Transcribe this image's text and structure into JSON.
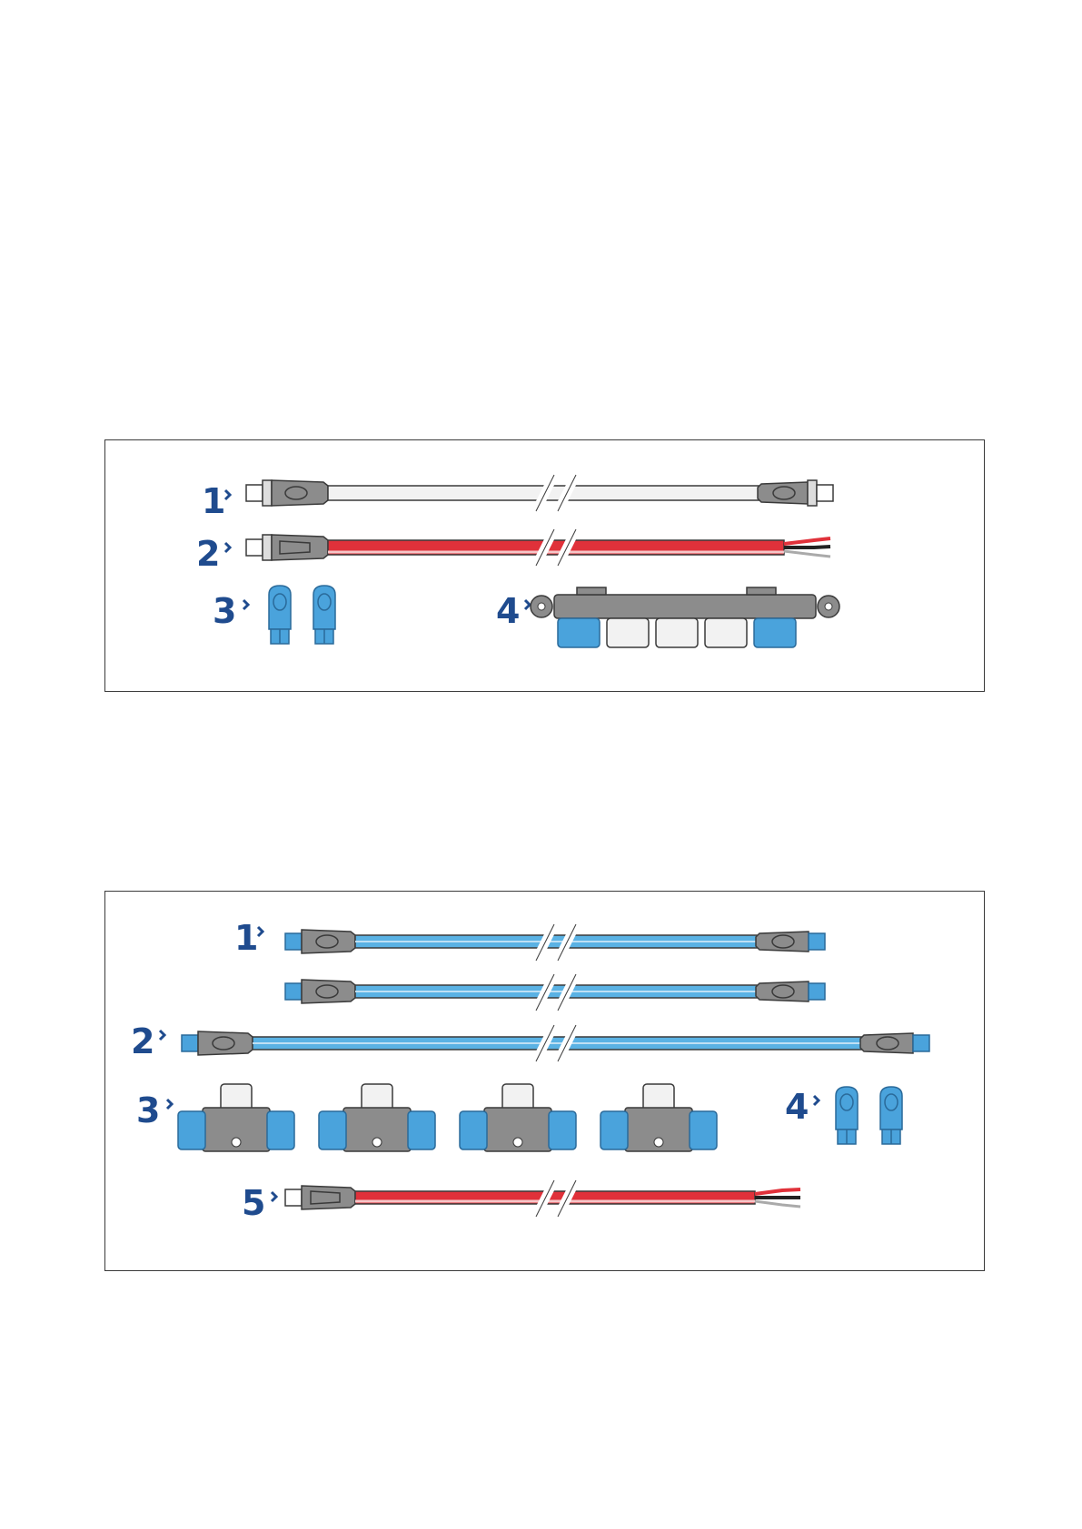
{
  "colors": {
    "callout": "#1f4b8e",
    "connector_gray": "#8c8c8c",
    "connector_blue": "#4aa3dc",
    "cable_white": "#f2f2f2",
    "cable_red": "#e0313a",
    "cable_blue": "#5ab2e4",
    "outline": "#3a3a3a"
  },
  "figure_1": {
    "callouts": [
      {
        "label": "1"
      },
      {
        "label": "2"
      },
      {
        "label": "3"
      },
      {
        "label": "4"
      }
    ]
  },
  "figure_2": {
    "callouts": [
      {
        "label": "1"
      },
      {
        "label": "2"
      },
      {
        "label": "3"
      },
      {
        "label": "4"
      },
      {
        "label": "5"
      }
    ]
  }
}
